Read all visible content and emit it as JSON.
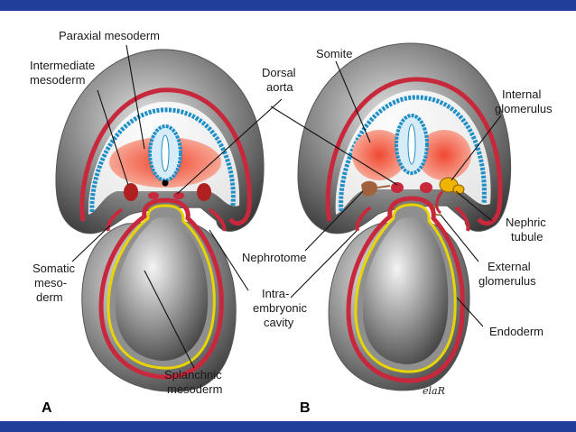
{
  "labels": {
    "paraxial_mesoderm": "Paraxial mesoderm",
    "intermediate_mesoderm_1": "Intermediate",
    "intermediate_mesoderm_2": "mesoderm",
    "dorsal_aorta_1": "Dorsal",
    "dorsal_aorta_2": "aorta",
    "somite": "Somite",
    "internal_glomerulus_1": "Internal",
    "internal_glomerulus_2": "glomerulus",
    "nephric_tubule_1": "Nephric",
    "nephric_tubule_2": "tubule",
    "nephrotome": "Nephrotome",
    "somatic_mesoderm_1": "Somatic",
    "somatic_mesoderm_2": "meso-",
    "somatic_mesoderm_3": "derm",
    "intraembryonic_cavity_1": "Intra-",
    "intraembryonic_cavity_2": "embryonic",
    "intraembryonic_cavity_3": "cavity",
    "external_glomerulus_1": "External",
    "external_glomerulus_2": "glomerulus",
    "endoderm": "Endoderm",
    "splanchnic_mesoderm_1": "Splanchnic",
    "splanchnic_mesoderm_2": "mesoderm"
  },
  "panels": {
    "a": "A",
    "b": "B"
  },
  "signature": "elaR",
  "colors": {
    "band": "#1f3f9a",
    "mesoderm_red": "#c8283c",
    "neural_blue": "#1e8fc8",
    "somite_orange": "#f05a3c",
    "endoderm_yellow": "#e8d400",
    "glomerulus_yellow": "#f0b400",
    "nephrotome_brown": "#a0623c"
  }
}
